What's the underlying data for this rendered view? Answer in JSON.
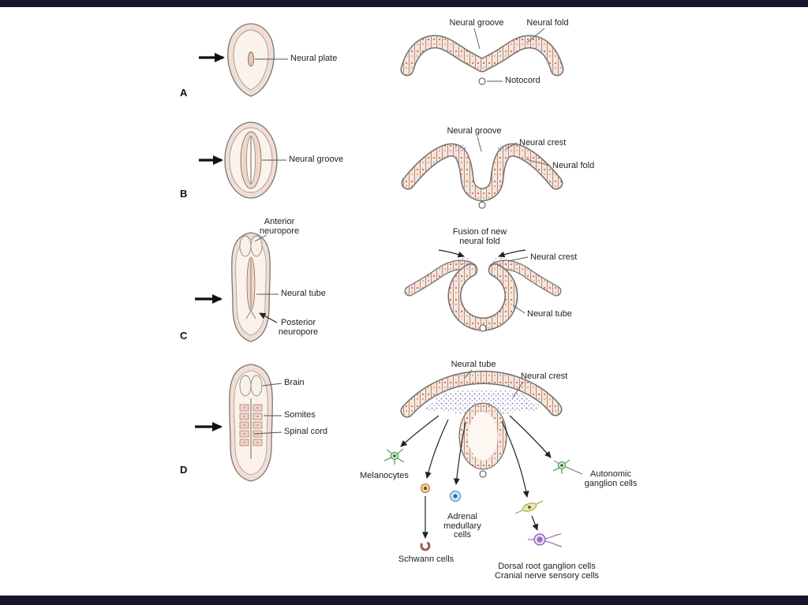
{
  "colors": {
    "slide_bar": "#15152e",
    "tissue_fill": "#f7e4da",
    "tissue_outline": "#6f6f6f",
    "cell_dot_red": "#c45040",
    "neural_crest_purple": "#8f7fc0"
  },
  "panelA": {
    "letter": "A",
    "dorsal": {
      "neural_plate": "Neural plate"
    },
    "cross": {
      "neural_groove": "Neural groove",
      "neural_fold": "Neural fold",
      "notocord": "Notocord"
    }
  },
  "panelB": {
    "letter": "B",
    "dorsal": {
      "neural_groove": "Neural groove"
    },
    "cross": {
      "neural_groove": "Neural groove",
      "neural_crest": "Neural crest",
      "neural_fold": "Neural fold"
    }
  },
  "panelC": {
    "letter": "C",
    "dorsal": {
      "anterior_line1": "Anterior",
      "anterior_line2": "neuropore",
      "neural_tube": "Neural tube",
      "posterior_line1": "Posterior",
      "posterior_line2": "neuropore"
    },
    "cross": {
      "fusion_line1": "Fusion of new",
      "fusion_line2": "neural fold",
      "neural_crest": "Neural crest",
      "neural_tube": "Neural tube"
    }
  },
  "panelD": {
    "letter": "D",
    "dorsal": {
      "brain": "Brain",
      "somites": "Somites",
      "spinal_cord": "Spinal cord"
    },
    "cross": {
      "neural_tube": "Neural tube",
      "neural_crest": "Neural crest",
      "melanocytes": "Melanocytes",
      "adrenal_line1": "Adrenal",
      "adrenal_line2": "medullary",
      "adrenal_line3": "cells",
      "schwann": "Schwann cells",
      "autonomic_line1": "Autonomic",
      "autonomic_line2": "ganglion cells",
      "dorsal_root": "Dorsal root ganglion cells",
      "cranial": "Cranial nerve sensory cells"
    }
  }
}
